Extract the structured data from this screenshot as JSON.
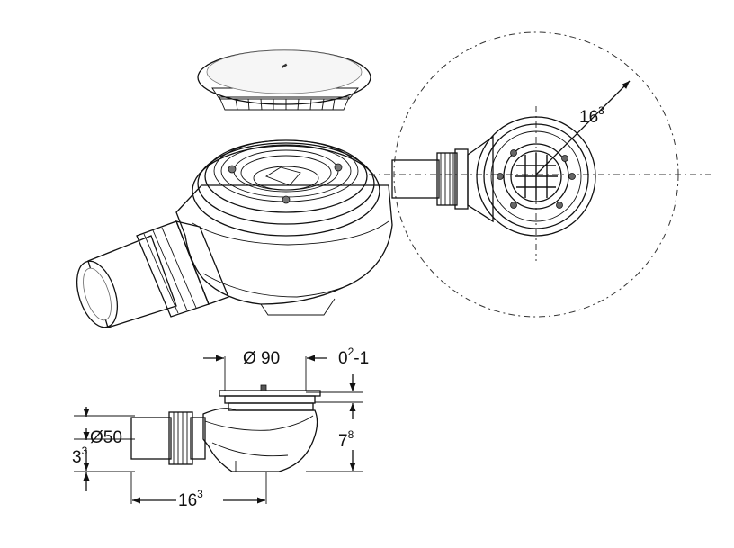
{
  "dimensions": {
    "top_diameter": {
      "value": "Ø 90"
    },
    "height_adjust": {
      "base": "0",
      "sup": "2",
      "suffix": "-1"
    },
    "total_height": {
      "base": "7",
      "sup": "8"
    },
    "pipe_diameter": {
      "value": "Ø50"
    },
    "pipe_height": {
      "base": "3",
      "sup": "3"
    },
    "width_front": {
      "base": "16",
      "sup": "3"
    },
    "width_top": {
      "base": "16",
      "sup": "3"
    }
  },
  "colors": {
    "line": "#111111",
    "metal_light": "#e6e6e6",
    "metal_mid": "#b8b8b8",
    "metal_dark": "#6b6b6b"
  }
}
